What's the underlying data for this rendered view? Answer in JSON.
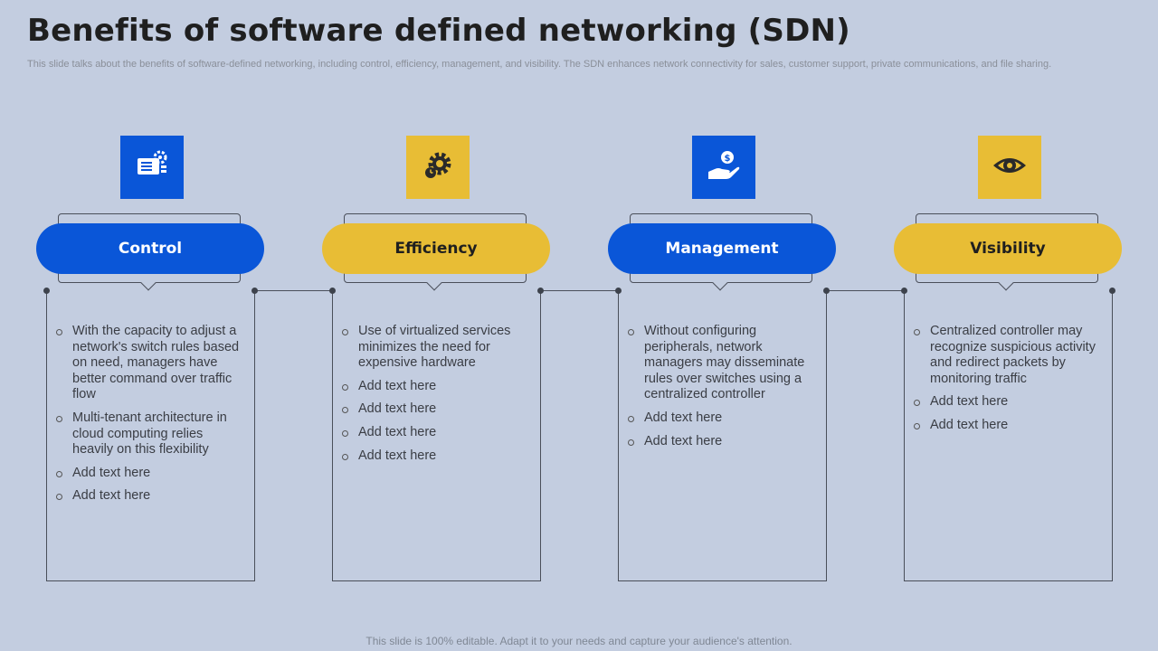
{
  "title": "Benefits of software defined networking (SDN)",
  "subtitle": "This slide talks about the benefits of software-defined networking, including control, efficiency, management, and visibility. The SDN enhances network connectivity for sales, customer support, private communications, and file sharing.",
  "footer": "This slide is 100% editable. Adapt it to your needs and capture your audience's attention.",
  "colors": {
    "background": "#c3cde0",
    "blue": "#0a56d8",
    "yellow": "#e8bd35",
    "outline": "#4a4f5a"
  },
  "cards": [
    {
      "label": "Control",
      "icon": "server-settings-icon",
      "accent": "#0a56d8",
      "label_color": "#ffffff",
      "points": [
        "With the capacity to adjust a network's switch rules based on need, managers have better command over traffic flow",
        "Multi-tenant architecture in cloud computing relies heavily on this flexibility",
        "Add text here",
        "Add text here"
      ]
    },
    {
      "label": "Efficiency",
      "icon": "gear-clock-icon",
      "accent": "#e8bd35",
      "label_color": "#1f1f1f",
      "points": [
        "Use of virtualized services minimizes the need for expensive hardware",
        "Add text here",
        "Add text here",
        "Add text here",
        "Add text here"
      ]
    },
    {
      "label": "Management",
      "icon": "hand-dollar-icon",
      "accent": "#0a56d8",
      "label_color": "#ffffff",
      "points": [
        "Without configuring peripherals, network managers may disseminate rules over switches using a centralized controller",
        "Add text here",
        "Add text here"
      ]
    },
    {
      "label": "Visibility",
      "icon": "eye-icon",
      "accent": "#e8bd35",
      "label_color": "#1f1f1f",
      "points": [
        "Centralized controller may recognize suspicious activity and redirect packets by monitoring traffic",
        "Add text here",
        "Add text here"
      ]
    }
  ]
}
